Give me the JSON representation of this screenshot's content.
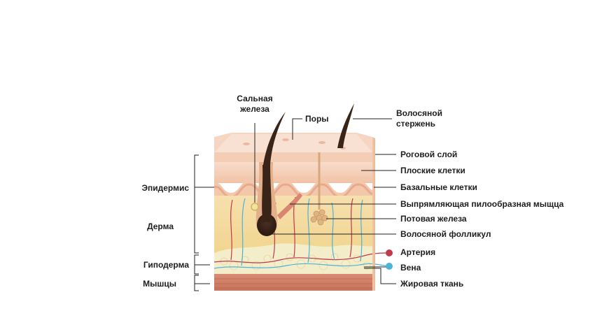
{
  "top_labels": {
    "sebaceous_line1": "Сальная",
    "sebaceous_line2": "железа",
    "pores": "Поры",
    "hair_shaft_line1": "Волосяной",
    "hair_shaft_line2": "стержень"
  },
  "right_labels": {
    "stratum_corneum": "Роговой слой",
    "squamous_cells": "Плоские клетки",
    "basal_cells": "Базальные клетки",
    "arrector_pili": "Выпрямляющая пилообразная мыщца",
    "sweat_gland": "Потовая железа",
    "hair_follicle": "Волосяной фолликул",
    "artery": "Артерия",
    "vein": "Вена",
    "adipose_tissue": "Жировая ткань"
  },
  "left_labels": {
    "epidermis": "Эпидермис",
    "dermis": "Дерма",
    "hypodermis": "Гиподерма",
    "muscles": "Мышцы"
  },
  "colors": {
    "skin_top": "#f7d9c4",
    "epidermis_mid": "#f3c9ad",
    "dermis": "#f4dc9f",
    "fat": "#f3ecc6",
    "muscle": "#d68a73",
    "hair": "#3a2418",
    "artery": "#c0394d",
    "vein": "#4cb3d6",
    "label_line": "#222222"
  }
}
